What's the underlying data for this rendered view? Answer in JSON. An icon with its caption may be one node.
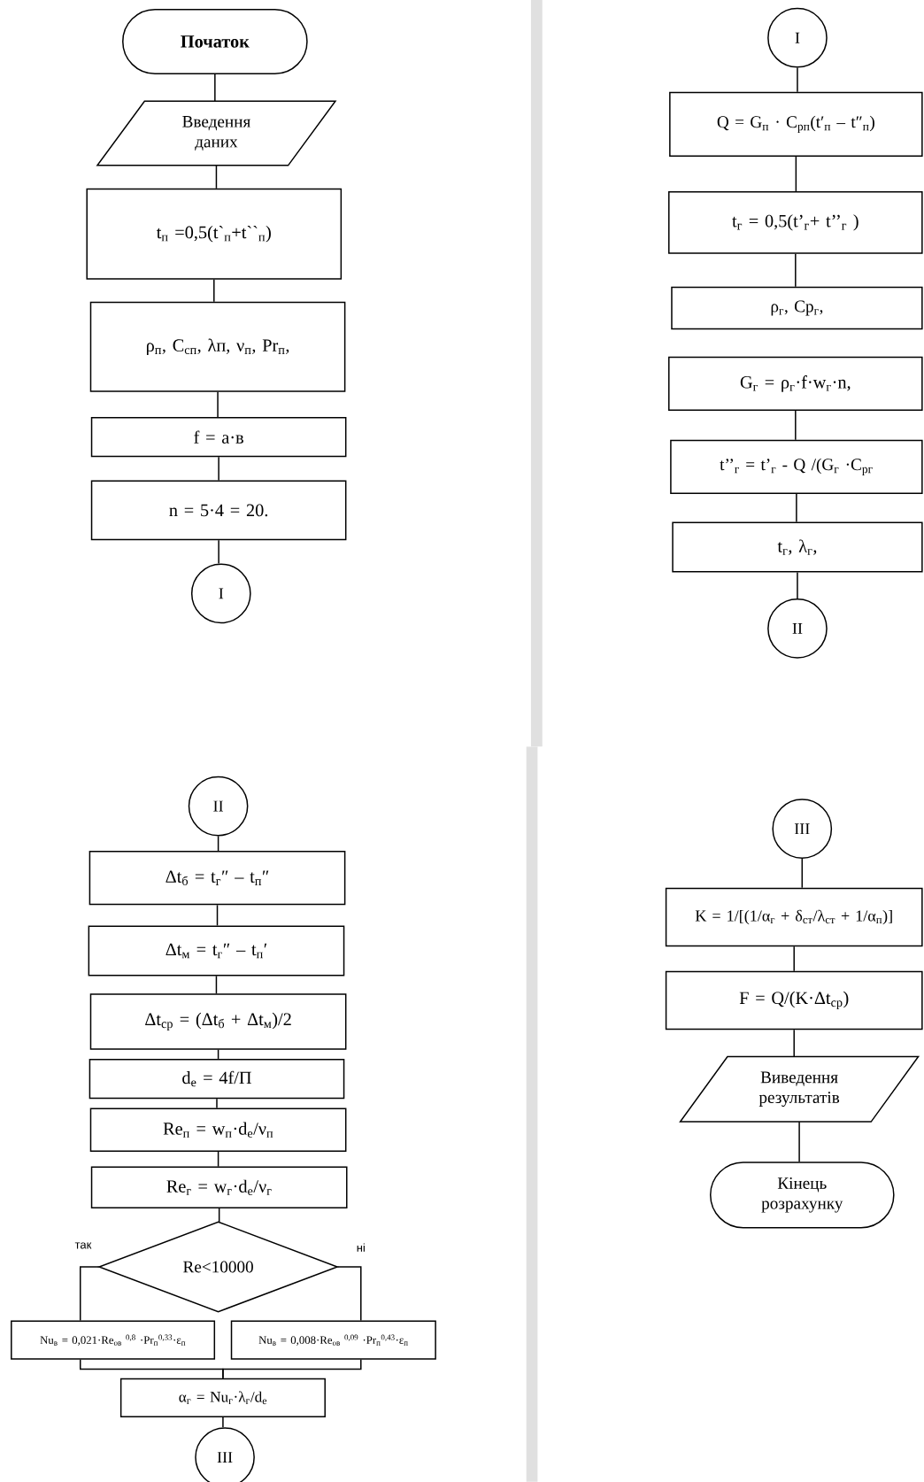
{
  "diagram": {
    "nodes": [
      {
        "text": [
          "Початок"
        ]
      },
      {
        "text": [
          "Введення даних"
        ]
      },
      {
        "text": [
          "t$_{п}$ =0,5(t`$_{п}$+t``$_{п}$)"
        ]
      },
      {
        "text": [
          "ρ$_{п}$, C$_{сп}$, λп, ν$_{п}$, Pr$_{п}$,"
        ]
      },
      {
        "text": [
          "f = a·в"
        ]
      },
      {
        "text": [
          "n = 5·4 = 20."
        ]
      },
      {
        "text": [
          "I"
        ]
      },
      {
        "text": [
          "I"
        ]
      },
      {
        "text": [
          "Q = G$_{п}$ · C$_{рп}$(t′$_{п}$ – t″$_{п}$)"
        ]
      },
      {
        "text": [
          "t$_{г}$ = 0,5(t’$_{г}$+ t’’$_{г}$ )"
        ]
      },
      {
        "text": [
          "ρ$_{г}$, Cp$_{г}$,"
        ]
      },
      {
        "text": [
          "G$_{г}$ = ρ$_{г}$·f·w$_{г}$·n,"
        ]
      },
      {
        "text": [
          "t’’$_{г}$ = t’$_{г}$ - Q /(G$_{г}$ ·C$_{рг}$"
        ]
      },
      {
        "text": [
          "t$_{г}$, λ$_{г}$,"
        ]
      },
      {
        "text": [
          "II"
        ]
      },
      {
        "text": [
          "II"
        ]
      },
      {
        "text": [
          "Δt$_{б}$ = t$_{г}$″  – t$_{п}$″"
        ]
      },
      {
        "text": [
          "Δt$_{м}$ = t$_{г}$″ – t$_{п}$′"
        ]
      },
      {
        "text": [
          "Δt$_{ср}$ = (Δt$_{б}$ + Δt$_{м}$)/2"
        ]
      },
      {
        "text": [
          "d$_{е}$ = 4f/П"
        ]
      },
      {
        "text": [
          "Re$_{п}$ = w$_{п}$·d$_{е}$/ν$_{п}$"
        ]
      },
      {
        "text": [
          "Re$_{г}$ = w$_{г}$·d$_{е}$/ν$_{г}$"
        ]
      },
      {
        "text": [
          "Re<10000"
        ]
      },
      {
        "text": [
          "Nu$_{в}$ = 0,021·Re$_{ов}$ $^{0,8}$ ·Pr$_{п}$$^{0,33}$·ε$_{п}$"
        ]
      },
      {
        "text": [
          "Nu$_{в}$ = 0,008·Re$_{ов}$ $^{0,09}$ ·Pr$_{п}$$^{0,43}$·ε$_{п}$"
        ]
      },
      {
        "text": [
          "α$_{г}$ = Nu$_{г}$·λ$_{г}$/d$_{е}$"
        ]
      },
      {
        "text": [
          "III"
        ]
      },
      {
        "text": [
          "III"
        ]
      },
      {
        "text": [
          "K = 1/[(1/α$_{г}$ + δ$_{ст}$/λ$_{ст}$ + 1/α$_{п}$)]"
        ]
      },
      {
        "text": [
          "F = Q/(K·Δt$_{ср}$)"
        ]
      },
      {
        "text": [
          "Виведення результатів"
        ]
      },
      {
        "text": [
          "Кінець розрахунку"
        ]
      }
    ],
    "edges": [
      {
        "from": 0,
        "to": 1,
        "arrow": "none"
      },
      {
        "from": 1,
        "to": 2,
        "arrow": "none"
      },
      {
        "from": 2,
        "to": 3,
        "arrow": "none"
      },
      {
        "from": 3,
        "to": 4,
        "arrow": "none"
      },
      {
        "from": 4,
        "to": 5,
        "arrow": "none"
      },
      {
        "from": 5,
        "to": 6,
        "arrow": "none"
      },
      {
        "from": 7,
        "to": 8,
        "arrow": "none"
      },
      {
        "from": 8,
        "to": 9,
        "arrow": "none"
      },
      {
        "from": 9,
        "to": 10,
        "arrow": "none"
      },
      {
        "from": 11,
        "to": 12,
        "arrow": "none"
      },
      {
        "from": 12,
        "to": 13,
        "arrow": "none"
      },
      {
        "from": 13,
        "to": 14,
        "arrow": "none"
      },
      {
        "from": 15,
        "to": 16,
        "arrow": "none"
      },
      {
        "from": 16,
        "to": 17,
        "arrow": "none"
      },
      {
        "from": 17,
        "to": 18,
        "arrow": "none"
      },
      {
        "from": 18,
        "to": 19,
        "arrow": "none"
      },
      {
        "from": 19,
        "to": 20,
        "arrow": "none"
      },
      {
        "from": 20,
        "to": 21,
        "arrow": "none"
      },
      {
        "from": 21,
        "to": 22,
        "arrow": "none"
      },
      {
        "from": 22,
        "to": 23,
        "arrow": "none"
      },
      {
        "from": 22,
        "to": 24,
        "arrow": "none"
      },
      {
        "from": 23,
        "to": 25,
        "arrow": "none"
      },
      {
        "from": 24,
        "to": 25,
        "arrow": "none"
      },
      {
        "from": 25,
        "to": 26,
        "arrow": "none"
      },
      {
        "from": 27,
        "to": 28,
        "arrow": "none"
      },
      {
        "from": 28,
        "to": 29,
        "arrow": "none"
      },
      {
        "from": 29,
        "to": 30,
        "arrow": "none"
      },
      {
        "from": 30,
        "to": 31,
        "arrow": "none"
      }
    ],
    "labels": [
      "так",
      "ні"
    ]
  }
}
